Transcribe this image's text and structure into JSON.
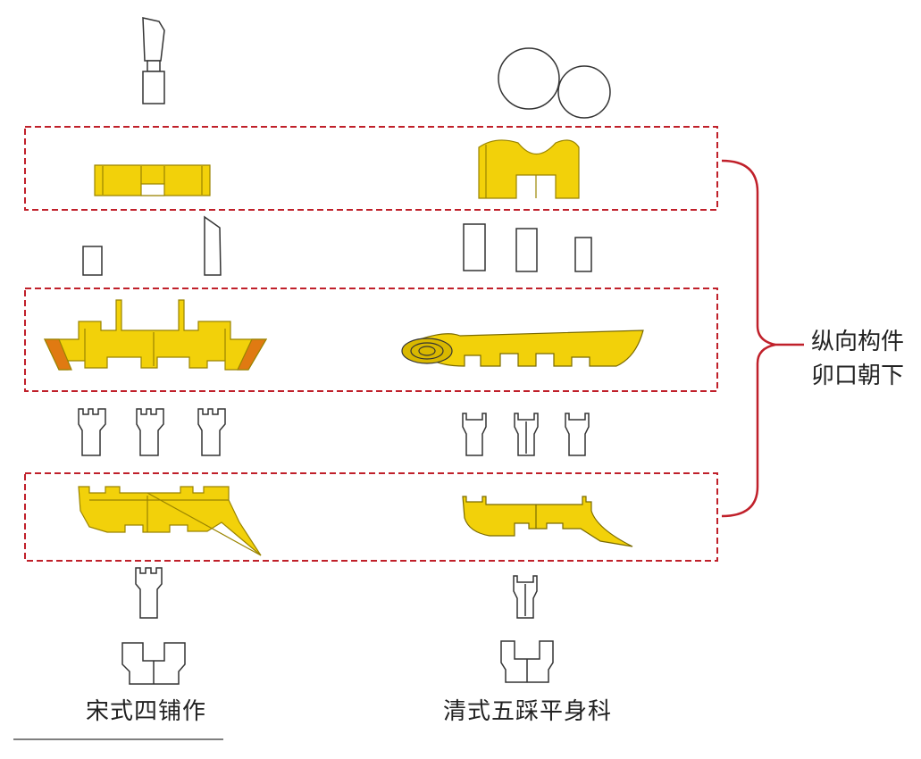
{
  "captions": {
    "song": "宋式四铺作",
    "qing": "清式五踩平身科"
  },
  "annotation": {
    "line1": "纵向构件",
    "line2": "卯口朝下"
  },
  "colors": {
    "component_fill": "#f2d10a",
    "component_edge": "#9a8400",
    "accent_orange": "#e07a12",
    "dashed_box": "#c0202a",
    "bracket": "#c0202a",
    "outline": "#333333"
  }
}
